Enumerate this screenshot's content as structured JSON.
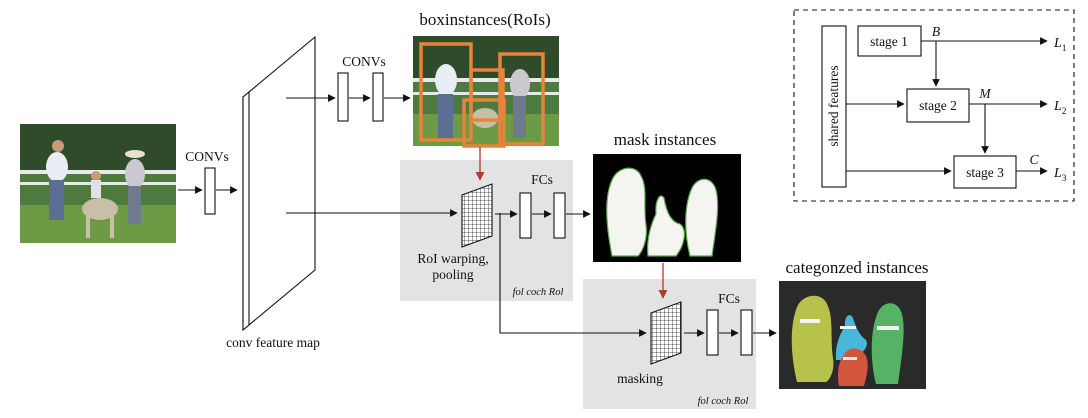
{
  "labels": {
    "convs_input": "CONVs",
    "convs_top": "CONVs",
    "boxinstances": "boxinstances(RoIs)",
    "mask_instances": "mask instances",
    "categorized_instances": "categonzed instances",
    "conv_feature_map": "conv feature map",
    "fcs_1": "FCs",
    "fcs_2": "FCs",
    "roi_warping_line1": "RoI warping,",
    "roi_warping_line2": "pooling",
    "masking": "masking",
    "for_each_roi_1": "fol coch Rol",
    "for_each_roi_2": "fol coch Rol"
  },
  "cascade": {
    "shared_features": "shared features",
    "stage1": "stage 1",
    "stage2": "stage 2",
    "stage3": "stage 3",
    "B": "B",
    "M": "M",
    "C": "C",
    "L1": "L",
    "L1_sub": "1",
    "L2": "L",
    "L2_sub": "2",
    "L3": "L",
    "L3_sub": "3"
  },
  "colors": {
    "box_orange": "#e8833a",
    "red_arrow": "#b23a2a",
    "shade": "#e3e3e3",
    "mask_bg": "#000000",
    "mask_fg": "#f4f4f0",
    "cat_olive": "#b7c24a",
    "cat_blue": "#4bb7d8",
    "cat_red": "#d2553c",
    "cat_green": "#56b365"
  }
}
